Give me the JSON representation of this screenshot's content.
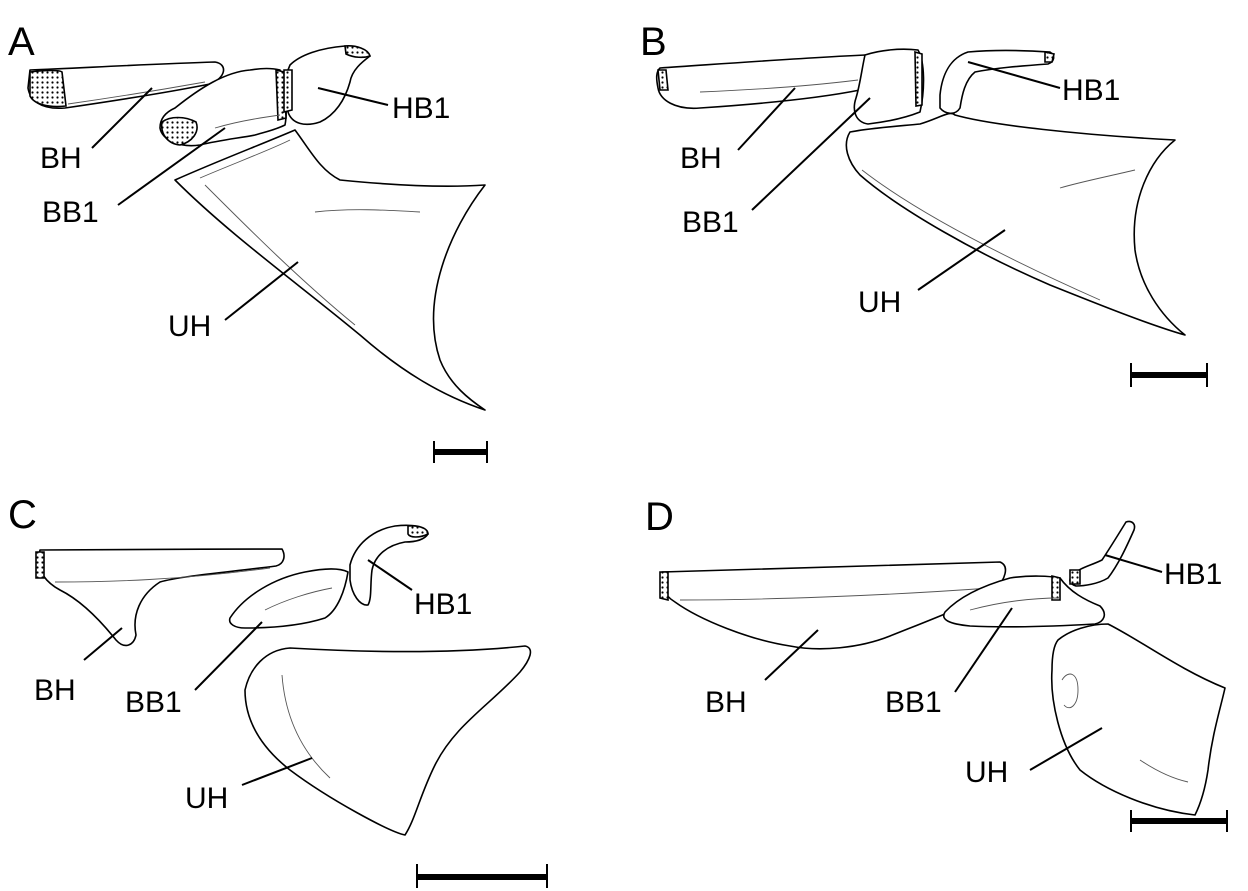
{
  "panels": [
    {
      "letter": "A",
      "labels": {
        "bh": "BH",
        "bb1": "BB1",
        "hb1": "HB1",
        "uh": "UH"
      }
    },
    {
      "letter": "B",
      "labels": {
        "bh": "BH",
        "bb1": "BB1",
        "hb1": "HB1",
        "uh": "UH"
      }
    },
    {
      "letter": "C",
      "labels": {
        "bh": "BH",
        "bb1": "BB1",
        "hb1": "HB1",
        "uh": "UH"
      }
    },
    {
      "letter": "D",
      "labels": {
        "bh": "BH",
        "bb1": "BB1",
        "hb1": "HB1",
        "uh": "UH"
      }
    }
  ]
}
